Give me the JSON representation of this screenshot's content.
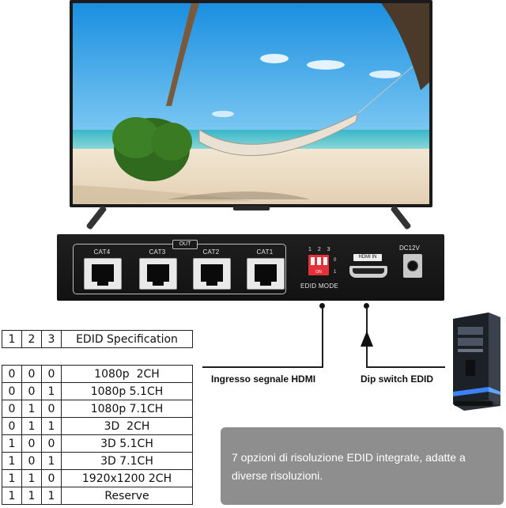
{
  "device": {
    "out_label": "OUT",
    "ports": [
      "CAT4",
      "CAT3",
      "CAT2",
      "CAT1"
    ],
    "dip_numbers": "1 2 3",
    "dip_on": "ON",
    "dip_side_top": "0",
    "dip_side_bottom": "1",
    "edid_mode_label": "EDID MODE",
    "hdmi_in_label": "HDMI IN",
    "dc_label": "DC12V"
  },
  "callouts": {
    "hdmi_input": "Ingresso segnale HDMI",
    "dip_switch": "Dip switch EDID"
  },
  "table": {
    "headers": [
      "1",
      "2",
      "3",
      "EDID Specification"
    ],
    "rows": [
      [
        "0",
        "0",
        "0",
        "1080p  2CH"
      ],
      [
        "0",
        "0",
        "1",
        "1080p 5.1CH"
      ],
      [
        "0",
        "1",
        "0",
        "1080p 7.1CH"
      ],
      [
        "0",
        "1",
        "1",
        "3D  2CH"
      ],
      [
        "1",
        "0",
        "0",
        "3D 5.1CH"
      ],
      [
        "1",
        "0",
        "1",
        "3D 7.1CH"
      ],
      [
        "1",
        "1",
        "0",
        "1920x1200 2CH"
      ],
      [
        "1",
        "1",
        "1",
        "Reserve"
      ]
    ]
  },
  "info_text": "7 opzioni di risoluzione EDID integrate, adatte a diverse risoluzioni."
}
